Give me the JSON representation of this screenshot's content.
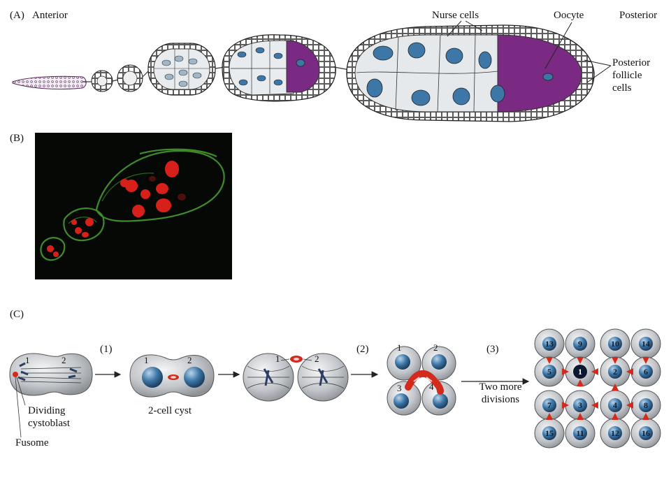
{
  "panel_a": {
    "label": "(A)",
    "anterior": "Anterior",
    "posterior": "Posterior",
    "nurse_cells": "Nurse cells",
    "oocyte": "Oocyte",
    "posterior_follicle_line1": "Posterior",
    "posterior_follicle_line2": "follicle",
    "posterior_follicle_line3": "cells"
  },
  "panel_b": {
    "label": "(B)"
  },
  "panel_c": {
    "label": "(C)",
    "step1": "(1)",
    "step2": "(2)",
    "step3": "(3)",
    "dividing_line1": "Dividing",
    "dividing_line2": "cystoblast",
    "fusome": "Fusome",
    "two_cell_cyst": "2-cell cyst",
    "two_more_line1": "Two more",
    "two_more_line2": "divisions",
    "cell_numbers": {
      "c1": "1",
      "c2": "2",
      "two_cell_1": "1",
      "two_cell_2": "2",
      "mitosis_1": "1",
      "mitosis_2": "2",
      "four_1": "1",
      "four_2": "2",
      "four_3": "3",
      "four_4": "4",
      "g13": "13",
      "g9": "9",
      "g10": "10",
      "g14": "14",
      "g5": "5",
      "g1": "1",
      "g2": "2",
      "g6": "6",
      "g7": "7",
      "g3": "3",
      "g4": "4",
      "g8": "8",
      "g15": "15",
      "g11": "11",
      "g12": "12",
      "g16": "16"
    }
  },
  "colors": {
    "oocyte_purple": "#7a2a82",
    "nucleus_blue": "#3c77a8",
    "fusome_red": "#d42a1c",
    "cell_gray": "#b7b9bd",
    "micrograph_bg": "#050805"
  }
}
